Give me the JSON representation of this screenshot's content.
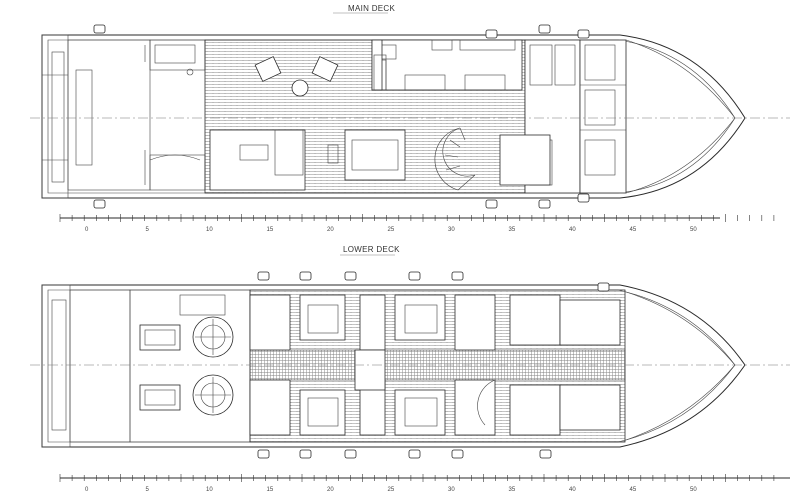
{
  "main_deck": {
    "title": "MAIN DECK",
    "scale_labels": [
      "0",
      "5",
      "10",
      "15",
      "20",
      "25",
      "30",
      "35",
      "40",
      "45",
      "50"
    ]
  },
  "lower_deck": {
    "title": "LOWER DECK",
    "scale_labels": [
      "0",
      "5",
      "10",
      "15",
      "20",
      "25",
      "30",
      "35",
      "40",
      "45",
      "50"
    ]
  }
}
